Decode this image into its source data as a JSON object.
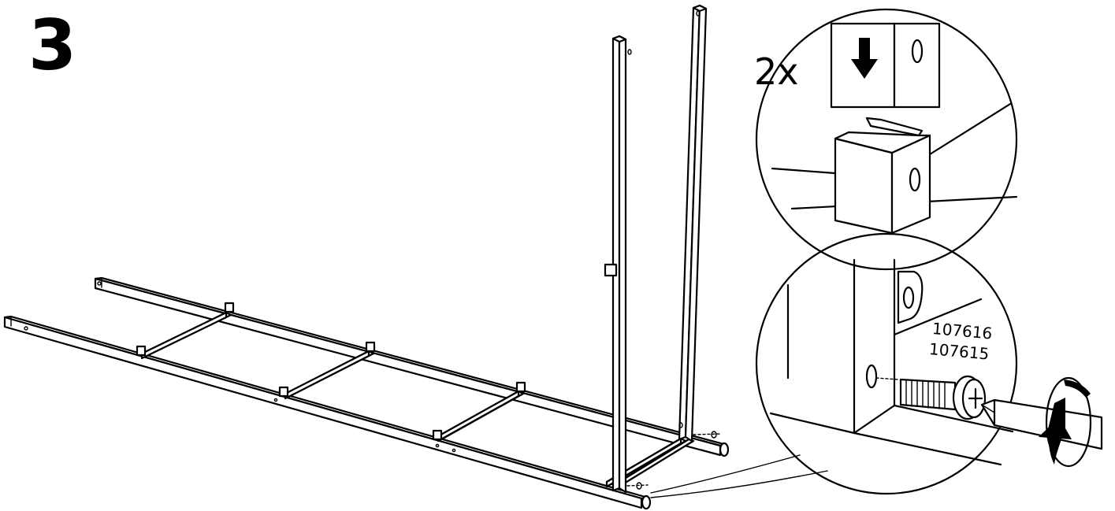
{
  "step": {
    "number": "3"
  },
  "detail": {
    "quantity": "2x"
  },
  "parts": {
    "screw_codes": [
      "107616",
      "107615"
    ]
  },
  "icons": {
    "down-arrow": "down-arrow-icon",
    "rotate-arrow": "rotate-arrow-icon",
    "screwdriver": "screwdriver-icon",
    "screw": "screw-icon"
  },
  "colors": {
    "ink": "#000000",
    "paper": "#ffffff"
  }
}
